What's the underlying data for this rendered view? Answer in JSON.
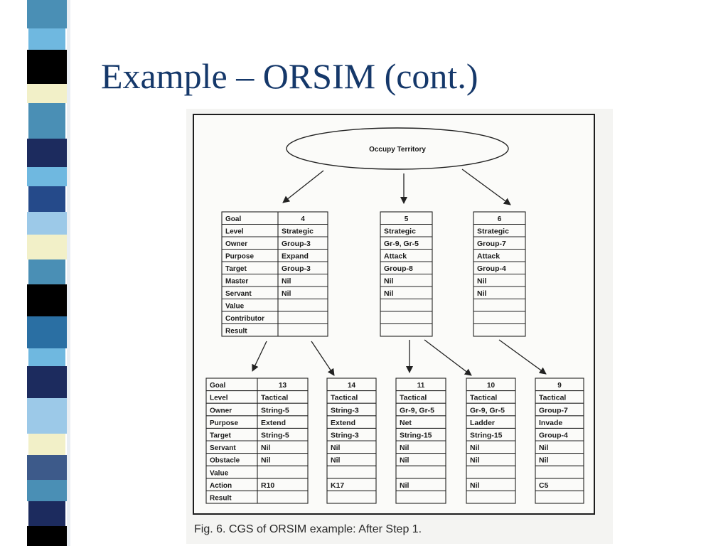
{
  "slide": {
    "title": "Example – ORSIM (cont.)",
    "caption": "Fig. 6. CGS of ORSIM example: After Step 1.",
    "stripe_colors": [
      "#4a8fb5",
      "#1c2b5e",
      "#000000",
      "#f2f0c8",
      "#6fb8e0",
      "#ffffff",
      "#254a8a",
      "#2a6fa3",
      "#9cc9e8",
      "#3d5a8a",
      "#7fa9d1",
      "#15386a"
    ]
  },
  "diagram": {
    "root": "Occupy Territory",
    "labels_top": [
      "Goal",
      "Level",
      "Owner",
      "Purpose",
      "Target",
      "Master",
      "Servant",
      "Value",
      "Contributor",
      "Result"
    ],
    "labels_bottom": [
      "Goal",
      "Level",
      "Owner",
      "Purpose",
      "Target",
      "Servant",
      "Obstacle",
      "Value",
      "Action",
      "Result"
    ],
    "strategic_goals": [
      {
        "id": "4",
        "cells": [
          "Strategic",
          "Group-3",
          "Expand",
          "Group-3",
          "Nil",
          "Nil",
          "",
          "",
          ""
        ]
      },
      {
        "id": "5",
        "cells": [
          "Strategic",
          "Gr-9, Gr-5",
          "Attack",
          "Group-8",
          "Nil",
          "Nil",
          "",
          "",
          ""
        ]
      },
      {
        "id": "6",
        "cells": [
          "Strategic",
          "Group-7",
          "Attack",
          "Group-4",
          "Nil",
          "Nil",
          "",
          "",
          ""
        ]
      }
    ],
    "tactical_goals": [
      {
        "id": "13",
        "cells": [
          "Tactical",
          "String-5",
          "Extend",
          "String-5",
          "Nil",
          "Nil",
          "",
          "R10",
          ""
        ]
      },
      {
        "id": "14",
        "cells": [
          "Tactical",
          "String-3",
          "Extend",
          "String-3",
          "Nil",
          "Nil",
          "",
          "K17",
          ""
        ]
      },
      {
        "id": "11",
        "cells": [
          "Tactical",
          "Gr-9, Gr-5",
          "Net",
          "String-15",
          "Nil",
          "Nil",
          "",
          "Nil",
          ""
        ]
      },
      {
        "id": "10",
        "cells": [
          "Tactical",
          "Gr-9, Gr-5",
          "Ladder",
          "String-15",
          "Nil",
          "Nil",
          "",
          "Nil",
          ""
        ]
      },
      {
        "id": "9",
        "cells": [
          "Tactical",
          "Group-7",
          "Invade",
          "Group-4",
          "Nil",
          "Nil",
          "",
          "C5",
          ""
        ]
      }
    ]
  }
}
